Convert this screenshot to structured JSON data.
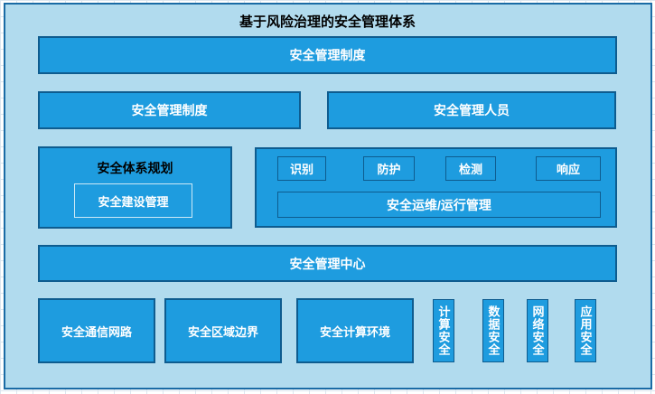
{
  "title": "基于风险治理的安全管理体系",
  "colors": {
    "panel_bg": "#b1dbee",
    "panel_border": "#1a6ba5",
    "box_fill": "#1e9cdf",
    "box_border": "#0e5c8f",
    "inner_border": "#cde9f6",
    "grid_line": "#dbe6ef",
    "text_light": "#ffffff",
    "text_dark": "#000000"
  },
  "diagram": {
    "top_bar": "安全管理制度",
    "row2": {
      "left": "安全管理制度",
      "right": "安全管理人员"
    },
    "planning": {
      "title": "安全体系规划",
      "inner": "安全建设管理"
    },
    "operations": {
      "steps": [
        "识别",
        "防护",
        "检测",
        "响应"
      ],
      "bar": "安全运维/运行管理"
    },
    "center_bar": "安全管理中心",
    "bottom": {
      "boxes": [
        "安全通信网路",
        "安全区域边界",
        "安全计算环境"
      ],
      "pillars": [
        "计算安全",
        "数据安全",
        "网络安全",
        "应用安全"
      ]
    }
  }
}
